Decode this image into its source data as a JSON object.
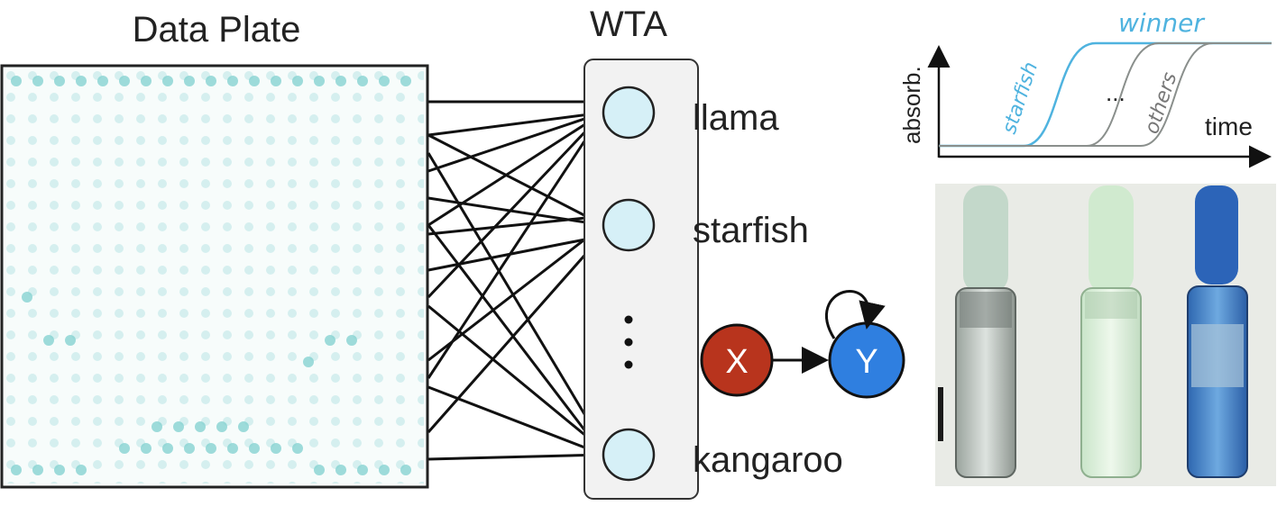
{
  "figure": {
    "plate_title": "Data Plate",
    "wta_title": "WTA",
    "classes": [
      "llama",
      "starfish",
      "⋮",
      "kangaroo"
    ],
    "reaction": {
      "x_label": "X",
      "y_label": "Y"
    }
  },
  "kinetics": {
    "y_axis_label": "absorb.",
    "x_axis_label": "time",
    "curve_labels": {
      "winner": "winner",
      "starfish": "starfish",
      "ellipsis": "...",
      "others": "others"
    }
  },
  "colors": {
    "accent_cyan": "#4fb3df",
    "x_node": "#b8341d",
    "y_node": "#2f7fe0",
    "wta_node": "#d6f0f7",
    "blue_solution": "#3b7fd0"
  }
}
